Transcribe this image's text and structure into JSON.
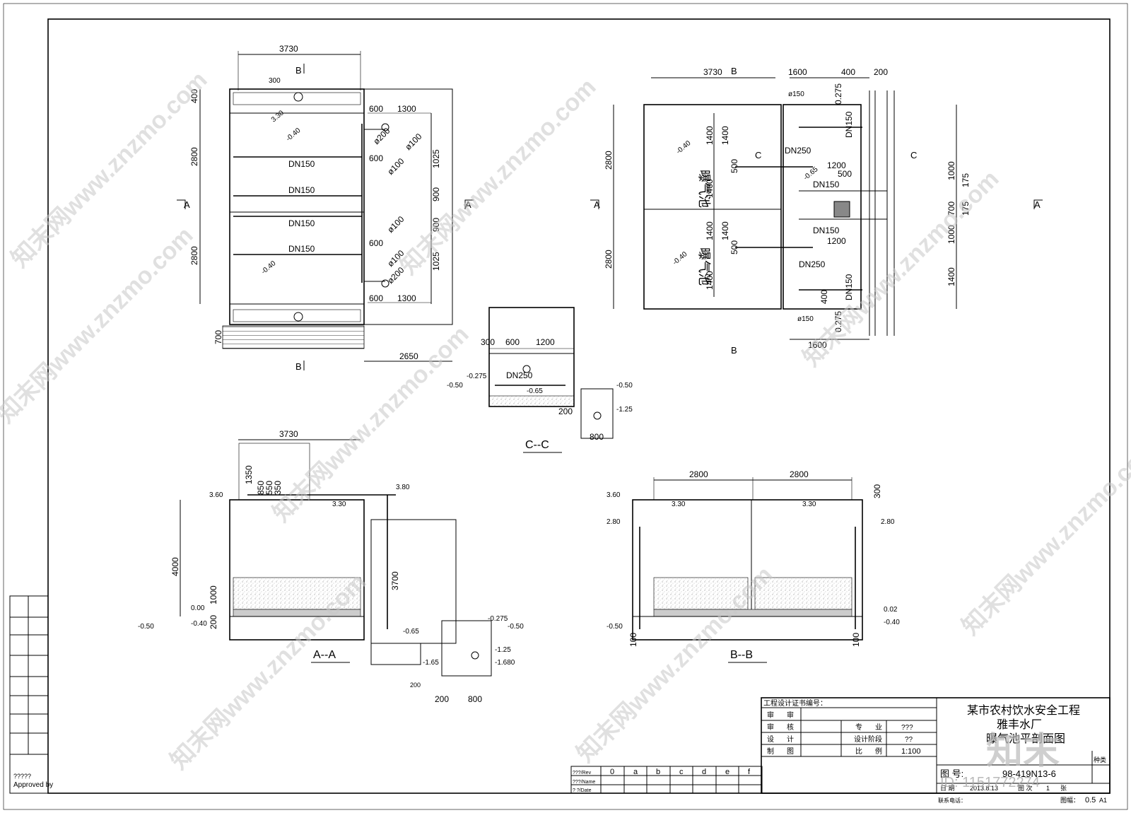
{
  "plan_left": {
    "width": "3730",
    "dim_400": "400",
    "dim_2800a": "2800",
    "dim_2800b": "2800",
    "dim_700": "700",
    "dim_2650": "2650",
    "dim_600a": "600",
    "dim_1300a": "1300",
    "dim_600b": "600",
    "dim_1025a": "1025",
    "dim_900a": "900",
    "dim_900b": "900",
    "dim_600c": "600",
    "dim_1025b": "1025",
    "dim_600d": "600",
    "dim_1300b": "1300",
    "phi200a": "ø200",
    "phi100a": "ø100",
    "phi100b": "ø100",
    "phi100c": "ø100",
    "phi100d": "ø100",
    "phi200b": "ø200",
    "dn150_1": "DN150",
    "dn150_2": "DN150",
    "dn150_3": "DN150",
    "dn150_4": "DN150",
    "slope_1": "-0.40",
    "slope_2": "-0.40",
    "slope_3": "3.30",
    "sec_a": "A",
    "sec_b": "B",
    "manhole": "300"
  },
  "plan_right": {
    "width": "3730",
    "dim_1600a": "1600",
    "dim_400a": "400",
    "dim_200": "200",
    "dim_2800a": "2800",
    "dim_2800b": "2800",
    "dim_1400a": "1400",
    "dim_1400b": "1400",
    "dim_1400c": "1400",
    "dim_1400d": "1400",
    "dim_1400e": "1400",
    "dim_1400f": "1400",
    "dim_500a": "500",
    "dim_500b": "500",
    "dim_500c": "500",
    "dim_1200a": "1200",
    "dim_1200b": "1200",
    "dim_1000a": "1000",
    "dim_175a": "175",
    "dim_700": "700",
    "dim_175b": "175",
    "dim_1000b": "1000",
    "dim_1400g": "1400",
    "dim_1600b": "1600",
    "dim_400b": "400",
    "dim_275a": "0.275",
    "dim_275b": "0.275",
    "dn250a": "DN250",
    "dn150a": "DN150",
    "dn150b": "DN150",
    "dn250b": "DN250",
    "dn150c": "DN150",
    "dn150d": "DN150",
    "phi150a": "ø150",
    "phi150b": "ø150",
    "tank_1": "曝气池",
    "tank_2": "曝气池",
    "slope_1": "-0.40",
    "slope_2": "-0.40",
    "slope_3": "-0.65",
    "sec_a": "A",
    "sec_b": "B",
    "sec_c": "C"
  },
  "section_cc": {
    "title": "C--C",
    "dim_300": "300",
    "dim_600": "600",
    "dim_1200": "1200",
    "dim_200": "200",
    "dim_800": "800",
    "dn250": "DN250",
    "el_1": "-0.50",
    "el_2": "-0.275",
    "el_3": "-0.65",
    "el_4": "-0.50",
    "el_5": "-1.25"
  },
  "section_aa": {
    "title": "A--A",
    "width": "3730",
    "dim_1350": "1350",
    "dim_850": "850",
    "dim_550": "550",
    "dim_350": "350",
    "dim_4000": "4000",
    "dim_3700": "3700",
    "dim_1000": "1000",
    "dim_200a": "200",
    "dim_200b": "200",
    "dim_800": "800",
    "el_360": "3.60",
    "el_380": "3.80",
    "el_330": "3.30",
    "el_000": "0.00",
    "el_n040": "-0.40",
    "el_n050a": "-0.50",
    "el_n0275": "-0.275",
    "el_n050b": "-0.50",
    "el_n065": "-0.65",
    "el_n125": "-1.25",
    "el_n1680": "-1.680",
    "el_n165": "-1.65",
    "pipe_note": "200"
  },
  "section_bb": {
    "title": "B--B",
    "dim_2800a": "2800",
    "dim_2800b": "2800",
    "dim_300": "300",
    "dim_100a": "100",
    "dim_100b": "100",
    "el_360": "3.60",
    "el_330a": "3.30",
    "el_330b": "3.30",
    "el_280a": "2.80",
    "el_280b": "2.80",
    "el_n050": "-0.50",
    "el_002": "0.02",
    "el_n040": "-0.40"
  },
  "title_block": {
    "cert": "工程设计证书编号：",
    "r1a": "审",
    "r1b": "审",
    "r2a": "审",
    "r2b": "核",
    "r2c": "专",
    "r2d": "业",
    "r2e": "???",
    "r3a": "设",
    "r3b": "计",
    "r3c": "设计阶段",
    "r3d": "??",
    "r4a": "制",
    "r4b": "图",
    "r4c": "比",
    "r4d": "例",
    "r4e": "1:100",
    "project": "某市农村饮水安全工程",
    "plant": "雅丰水厂",
    "drawing": "曝气池平剖面图",
    "no_label": "图 号:",
    "no_value": "98-419N13-6",
    "kind": "种类",
    "date_label": "日 期",
    "date_value": "2013.8.13",
    "sheet_label": "图 次",
    "sheet_value": "1",
    "sheet_of": "张",
    "phone_label": "联系电话：",
    "size_label": "图幅：",
    "size_value": "0.5",
    "a1": "A1",
    "rev": "???/Rev",
    "name": "???/Name",
    "date": "? ?/Date",
    "letters": [
      "0",
      "a",
      "b",
      "c",
      "d",
      "e",
      "f"
    ]
  },
  "approval": {
    "q": "?????",
    "approved": "Approved by"
  },
  "watermarks": {
    "w1": "知末网www.znzmo.com",
    "w2": "知末网www.znzmo.com",
    "w3": "知末网www.znzmo.com",
    "w4": "知末网www.znzmo.com",
    "w5": "知末网www.znzmo.com",
    "w6": "知末网www.znzmo.com",
    "w7": "知末网www.znzmo.com",
    "w8": "知末网www.znzmo.com",
    "logo": "知末",
    "id": "ID: 1151772274"
  }
}
